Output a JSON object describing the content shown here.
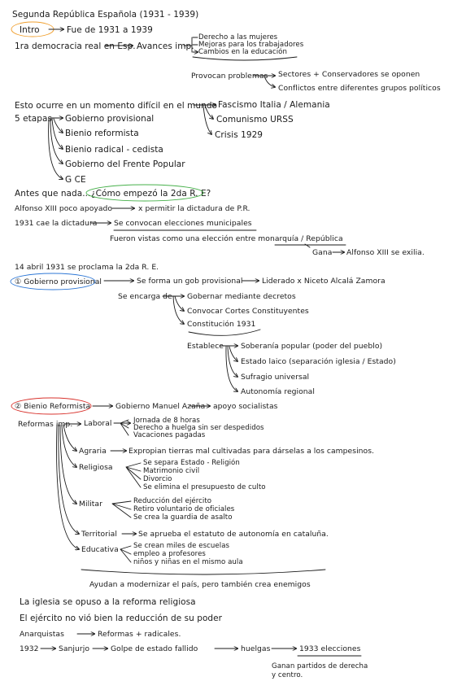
{
  "title": "Segunda República Española (1931 - 1939)",
  "intro": {
    "label": "Intro",
    "text": "Fue de 1931 a 1939",
    "line2": "1ra democracia real en Esp.",
    "avances": "Avances imp.",
    "avances_items": [
      "Derecho a las mujeres",
      "Mejoras para los trabajadores",
      "Cambios en la educación"
    ],
    "provocan": "Provocan problemas",
    "problemas": [
      "Sectores + Conservadores se oponen",
      "Conflictos entre diferentes grupos políticos"
    ]
  },
  "context": {
    "text": "Esto ocurre en un momento difícil en el mundo",
    "items": [
      "Fascismo Italia / Alemania",
      "Comunismo URSS",
      "Crisis 1929"
    ]
  },
  "etapas": {
    "label": "5 etapas",
    "items": [
      "Gobierno provisional",
      "Bienio reformista",
      "Bienio radical - cedista",
      "Gobierno del Frente Popular",
      "G CE"
    ]
  },
  "antes": {
    "text": "Antes que nada...",
    "question": "¿Cómo empezó la 2da R. E?"
  },
  "dictadura": {
    "line1_a": "Alfonso XIII poco apoyado",
    "line1_b": "x permitir la dictadura de P.R.",
    "line2_a": "1931 cae la dictadura",
    "line2_b": "Se convocan elecciones municipales",
    "line3": "Fueron vistas como una elección entre monarquía / República",
    "gana": "Gana",
    "exilia": "Alfonso XIII se exilia."
  },
  "proclama": "14 abril 1931 se proclama la 2da R. E.",
  "gobierno_provisional": {
    "label": "① Gobierno provisional",
    "forma": "Se forma un gob provisional",
    "liderado": "Liderado x Niceto Alcalá Zamora",
    "encarga": "Se encarga de",
    "tasks": [
      "Gobernar mediante decretos",
      "Convocar Cortes Constituyentes",
      "Constitución 1931"
    ],
    "establece": "Establece",
    "establece_items": [
      "Soberanía popular (poder del pueblo)",
      "Estado laico (separación iglesia / Estado)",
      "Sufragio universal",
      "Autonomía regional"
    ]
  },
  "bienio_reformista": {
    "label": "② Bienio Reformista",
    "gobierno": "Gobierno Manuel Azaña",
    "apoyo": "apoyo socialistas",
    "reformas": "Reformas imp.",
    "laboral": "Laboral",
    "laboral_items": [
      "Jornada de 8 horas",
      "Derecho a huelga sin ser despedidos",
      "Vacaciones pagadas"
    ],
    "agraria": "Agraria",
    "agraria_text": "Expropian tierras mal cultivadas para dárselas a los campesinos.",
    "religiosa": "Religiosa",
    "religiosa_items": [
      "Se separa Estado - Religión",
      "Matrimonio civil",
      "Divorcio",
      "Se elimina el presupuesto de culto"
    ],
    "militar": "Militar",
    "militar_items": [
      "Reducción del ejército",
      "Retiro voluntario de oficiales",
      "Se crea la guardia de asalto"
    ],
    "territorial": "Territorial",
    "territorial_text": "Se aprueba el estatuto de autonomía en cataluña.",
    "educativa": "Educativa",
    "educativa_items": [
      "Se crean miles de escuelas",
      "empleo a profesores",
      "niños y niñas en el mismo aula"
    ],
    "summary": "Ayudan a modernizar el país, pero también crea enemigos"
  },
  "ending": {
    "iglesia": "La iglesia se opuso a la reforma religiosa",
    "ejercito": "El ejército no vió bien la reducción de su poder",
    "anarquistas": "Anarquistas",
    "anarquistas_b": "Reformas + radicales.",
    "y1932": "1932",
    "sanjurjo": "Sanjurjo",
    "golpe": "Golpe de estado fallido",
    "huelgas": "huelgas",
    "elecciones": "1933 elecciones",
    "ganan": "Ganan partidos de derecha",
    "ganan2": "y centro."
  },
  "colors": {
    "ink": "#1a1a1a",
    "intro_circle": "#f0a030",
    "question_circle": "#46b04a",
    "gob_prov_circle": "#2f78d6",
    "bienio_circle": "#d8322c"
  }
}
